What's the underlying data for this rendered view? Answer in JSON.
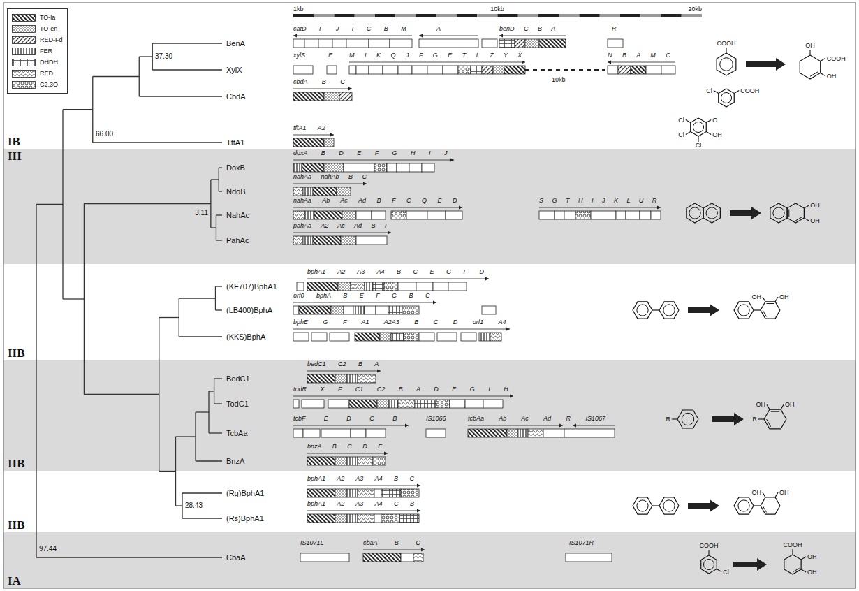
{
  "diagram": {
    "nodes": [
      {
        "text": [
          "IB"
        ]
      },
      {
        "text": [
          "III"
        ]
      },
      {
        "text": [
          "IIB"
        ]
      },
      {
        "text": [
          "IIB"
        ]
      },
      {
        "text": [
          "IIB"
        ]
      },
      {
        "text": [
          "IA"
        ]
      }
    ],
    "labels": [
      "1kb",
      "10kb",
      "20kb",
      "BenA",
      "XylX",
      "CbdA",
      "TftA1",
      "DoxB",
      "NdoB",
      "NahAc",
      "PahAc",
      "(KF707)BphA1",
      "(LB400)BphA",
      "(KKS)BphA",
      "BedC1",
      "TodC1",
      "TcbAa",
      "BnzA",
      "(Rg)BphA1",
      "(Rs)BphA1",
      "CbaA",
      "37.30",
      "66.00",
      "3.11",
      "28.43",
      "97.44",
      "catD F J I C B M",
      "A",
      "benD C B A",
      "R",
      "xylS",
      "E",
      "M I K Q J F G E T L Z Y X",
      "N B A M C",
      "10kb",
      "cbdA B C",
      "tftA1 A2",
      "doxA B D E F G H I J",
      "nahAa nahAb B C",
      "nahAa Ab Ac Ad B F C Q E D",
      "S G T H I J K L U R",
      "pahAa A2 Ac Ad B F",
      "bphA1 A2 A3 A4 B C E G F D",
      "orf0 bphA B E F G B C",
      "bphE G F A1 A2A3 B C D orf1 A4",
      "bedC1 C2 B A",
      "todR X F C1 C2 B A D E G I H",
      "tcbF E D C B",
      "IS1066",
      "tcbAa Ab Ac Ad R IS1067",
      "bnzA B C D E",
      "bphA1 A2 A3 A4 B C",
      "bphA1 A2 A3 A4 C B",
      "IS1071L",
      "cbaA B C",
      "IS1071R",
      "COOH",
      "OH",
      "COOH",
      "OH",
      "COOH",
      "Cl",
      "Cl",
      "Cl",
      "Cl",
      "O",
      "OH",
      "OH",
      "OH",
      "OH",
      "OH",
      "R",
      "R",
      "OH",
      "OH",
      "OH",
      "OH",
      "COOH",
      "Cl",
      "COOH",
      "OH",
      "OH"
    ],
    "legend": [
      {
        "text": "TO-la"
      },
      {
        "text": "TO-en"
      },
      {
        "text": "RED-Fd"
      },
      {
        "text": "FER"
      },
      {
        "text": "DHDH"
      },
      {
        "text": "RED"
      },
      {
        "text": "C2,3O"
      }
    ]
  }
}
